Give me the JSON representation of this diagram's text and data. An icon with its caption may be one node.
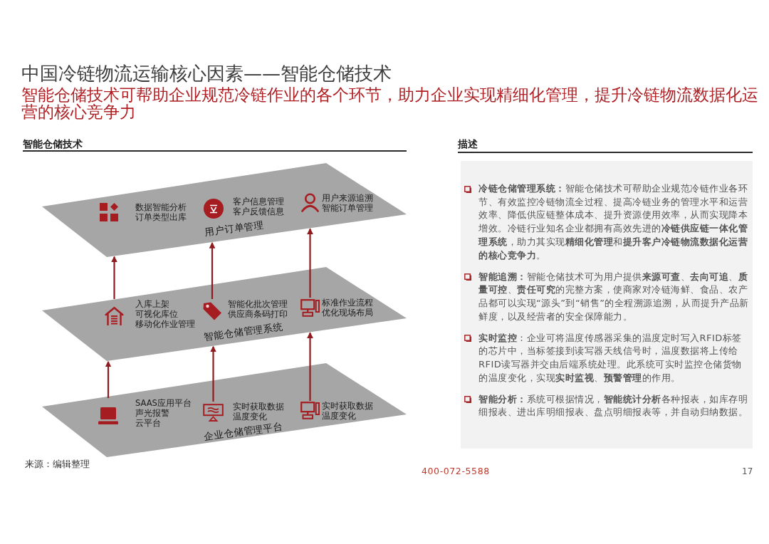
{
  "diagram": {
    "title": "中国冷链物流运输核心因素——智能仓储技术",
    "nodes": [
      {
        "text": [
          "用户订单管理"
        ]
      },
      {
        "text": [
          "数据智能分析",
          "订单类型出库"
        ],
        "in": 0
      },
      {
        "text": [
          "客户信息管理",
          "客户反馈信息"
        ],
        "in": 0
      },
      {
        "text": [
          "用户来源追溯",
          "智能订单管理"
        ],
        "in": 0
      },
      {
        "text": [
          "智能仓储管理系统"
        ]
      },
      {
        "text": [
          "入库上架",
          "可视化库位",
          "移动化作业管理"
        ],
        "in": 4
      },
      {
        "text": [
          "智能化批次管理",
          "供应商条码打印"
        ],
        "in": 4
      },
      {
        "text": [
          "标准作业流程",
          "优化现场布局"
        ],
        "in": 4
      },
      {
        "text": [
          "企业仓储管理平台"
        ]
      },
      {
        "text": [
          "SAAS应用平台",
          "声光报警",
          "云平台"
        ],
        "in": 8
      },
      {
        "text": [
          "实时获取数据",
          "温度变化"
        ],
        "in": 8
      },
      {
        "text": [
          "实时获取数据",
          "温度变化"
        ],
        "in": 8
      },
      {
        "text": [
          "**冷链仓储管理系统：**智能仓储技术可帮助企业规范冷链作业各环节、有效监控冷链物流全过程、提高冷链业务的管理水平和运营效率、降低供应链整体成本、提升资源使用效率，从而实现降本增效。冷链行业知名企业都拥有高效先进的**冷链供应链一体化管理系统**，助力其实现**精细化管理**和**提升客户冷链物流数据化运营的核心竞争力**。",
          "**智能追溯：**智能仓储技术可为用户提供**来源可查**、**去向可追**、**质量可控**、**责任可究**的完整方案，使商家对冷链海鲜、食品、农产品都可以实现“源头”到“销售”的全程溯源追溯，从而提升产品新鲜度，以及经营者的安全保障能力。",
          "**实时监控**：企业可将温度传感器采集的温度定时写入RFID标签的芯片中，当标签接到读写器天线信号时，温度数据将上传给RFID读写器并交由后端系统处理。此系统可实时监控仓储货物的温度变化，实现**实时监视**、**预警管理**的作用。",
          "**智能分析：**系统可根据情况，**智能统计分析**各种报表，如库存明细报表、进出库明细报表、盘点明细报表等，并自动归纳数据。"
        ]
      }
    ],
    "edges": [
      {
        "from": 9,
        "to": 4,
        "arrow": "to"
      },
      {
        "from": 10,
        "to": 4,
        "arrow": "to"
      },
      {
        "from": 11,
        "to": 4,
        "arrow": "to"
      },
      {
        "from": 5,
        "to": 0,
        "arrow": "to"
      },
      {
        "from": 6,
        "to": 0,
        "arrow": "to"
      },
      {
        "from": 7,
        "to": 0,
        "arrow": "to"
      }
    ],
    "labels": [
      "智能仓储技术可帮助企业规范冷链作业的各个环节，助力企业实现精细化管理，提升冷链物流数据化运营的核心竞争力",
      "智能仓储技术",
      "描述",
      "来源：编辑整理",
      "400-072-5588",
      "17"
    ]
  }
}
